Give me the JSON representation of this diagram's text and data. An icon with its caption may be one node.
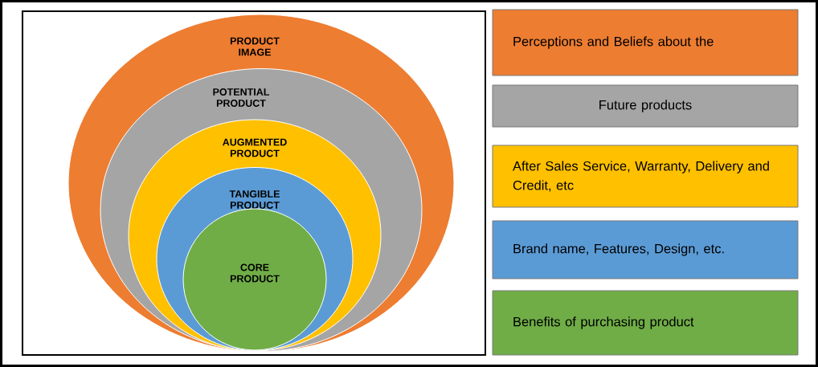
{
  "diagram": {
    "nodes": [
      {
        "text": [
          "PRODUCT IMAGE"
        ]
      },
      {
        "text": [
          "POTENTIAL PRODUCT"
        ],
        "in": 0
      },
      {
        "text": [
          "AUGMENTED PRODUCT"
        ],
        "in": 1
      },
      {
        "text": [
          "TANGIBLE PRODUCT"
        ],
        "in": 2
      },
      {
        "text": [
          "CORE PRODUCT"
        ],
        "in": 3
      },
      {
        "text": [
          "Perceptions and Beliefs about the"
        ]
      },
      {
        "text": [
          "Future products"
        ]
      },
      {
        "text": [
          "After Sales Service, Warranty, Delivery and Credit, etc"
        ]
      },
      {
        "text": [
          "Brand name, Features, Design, etc."
        ]
      },
      {
        "text": [
          "Benefits of purchasing product"
        ]
      }
    ]
  }
}
